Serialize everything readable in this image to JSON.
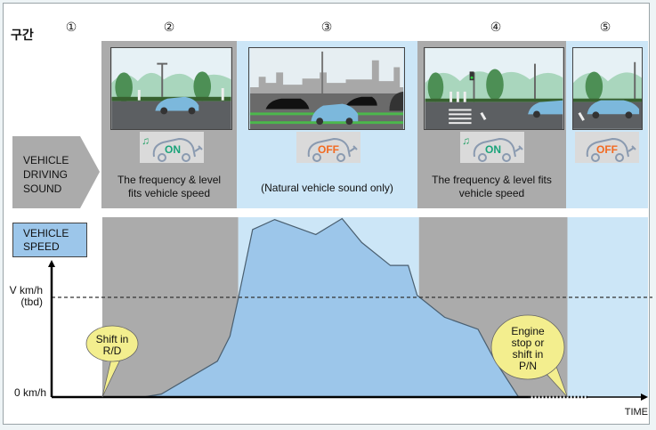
{
  "header": {
    "section_label": "구간",
    "segments": [
      "①",
      "②",
      "③",
      "④",
      "⑤"
    ]
  },
  "rows": {
    "sound_row_label": [
      "VEHICLE",
      "DRIVING",
      "SOUND"
    ],
    "speed_row_label": [
      "VEHICLE",
      "SPEED"
    ]
  },
  "columns": [
    {
      "id": "2",
      "shade": "gray",
      "scene": "park-street",
      "sound_state": "ON",
      "caption": [
        "The frequency & level",
        "fits vehicle speed"
      ]
    },
    {
      "id": "3",
      "shade": "blue",
      "scene": "city-traffic",
      "sound_state": "OFF",
      "caption": [
        "(Natural vehicle sound only)"
      ]
    },
    {
      "id": "4",
      "shade": "gray",
      "scene": "crosswalk",
      "sound_state": "ON",
      "caption": [
        "The frequency & level fits",
        "vehicle speed"
      ]
    },
    {
      "id": "5",
      "shade": "blue",
      "scene": "parked",
      "sound_state": "OFF",
      "caption": []
    }
  ],
  "colors": {
    "gray_zone": "#ababab",
    "blue_zone": "#cce6f7",
    "speed_fill": "#9cc6ea",
    "speed_line": "#4a5f70",
    "on_text": "#1aa37a",
    "off_text": "#f26a21",
    "bubble": "#f3ee8e"
  },
  "chart_data": {
    "type": "area",
    "title": "",
    "ylabel": "VEHICLE SPEED",
    "xlabel": "TIME",
    "y_ticks": [
      {
        "value": 0,
        "label": [
          "0 km/h"
        ]
      },
      {
        "value": 1,
        "label": [
          "V km/h",
          "(tbd)"
        ]
      }
    ],
    "y_unit_note": "speed expressed relative to threshold V (1.0 = V km/h)",
    "ylim": [
      0,
      1.85
    ],
    "xlim": [
      0,
      100
    ],
    "threshold": {
      "value": 1,
      "style": "dashed"
    },
    "zones": [
      {
        "segment": "②",
        "x_range": [
          8.5,
          31.3
        ],
        "shade": "gray"
      },
      {
        "segment": "③",
        "x_range": [
          31.3,
          61.6
        ],
        "shade": "blue"
      },
      {
        "segment": "④",
        "x_range": [
          61.6,
          86.5
        ],
        "shade": "gray"
      },
      {
        "segment": "⑤",
        "x_range": [
          86.5,
          100
        ],
        "shade": "blue"
      }
    ],
    "series": [
      {
        "name": "vehicle speed",
        "x": [
          8.5,
          15.4,
          18.4,
          27.8,
          29.9,
          31.3,
          33.7,
          37.4,
          44.3,
          48.7,
          52.0,
          56.8,
          59.8,
          61.3,
          65.9,
          71.5,
          74.2,
          78.3
        ],
        "y": [
          0,
          0,
          0.03,
          0.36,
          0.61,
          0.99,
          1.68,
          1.78,
          1.63,
          1.79,
          1.55,
          1.32,
          1.32,
          1.02,
          0.8,
          0.68,
          0.38,
          0
        ]
      }
    ],
    "annotations": [
      {
        "text": [
          "Shift in",
          "R/D"
        ],
        "x": 8.5,
        "y": 0
      },
      {
        "text": [
          "Engine",
          "stop or",
          "shift in",
          "P/N"
        ],
        "x": 86.5,
        "y": 0
      }
    ]
  }
}
